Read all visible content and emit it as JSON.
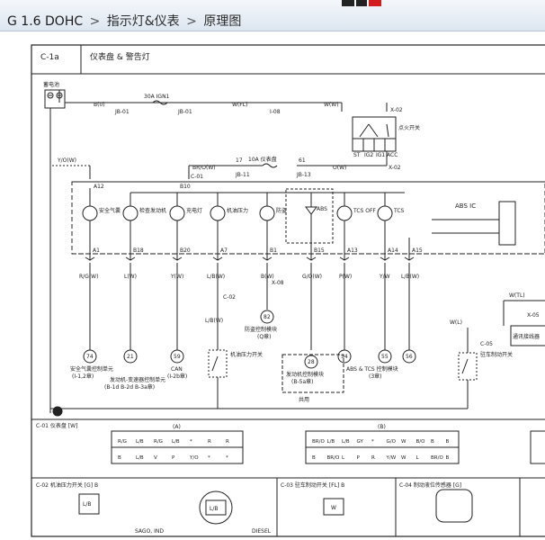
{
  "breadcrumb": {
    "model": "G 1.6 DOHC",
    "sep1": ">",
    "cat": "指示灯&仪表",
    "sep2": ">",
    "page": "原理图"
  },
  "title": {
    "code": "C-1a",
    "name": "仪表盘 & 警告灯"
  },
  "labels": {
    "battery": "蓄电池",
    "fuse_top": "30A IGN1",
    "fuse_mid": "10A 仪表盘",
    "ign_switch": "点火开关",
    "ign_terms": [
      "ST",
      "IG2",
      "IG1",
      "ACC"
    ],
    "w_top": [
      "B(0)",
      "W(FL)",
      "W(W)"
    ],
    "conn_top": [
      "JB-01",
      "JB-01",
      "I-08",
      "X-02"
    ],
    "w_mid": [
      "BR/O(W)",
      "17",
      "61",
      "O(W)"
    ],
    "conn_mid": [
      "JB-11",
      "JB-13",
      "C-01",
      "X-02"
    ],
    "left_wire": "Y/O(W)",
    "pins_top": [
      "A12",
      "B10"
    ],
    "lamps": [
      "安全气囊",
      "检查发动机",
      "充电灯",
      "机油压力",
      "ABS",
      "防盗",
      "TCS OFF",
      "TCS"
    ],
    "pins_bot": [
      "A1",
      "B18",
      "B20",
      "A7",
      "B1",
      "B15",
      "A13",
      "A14",
      "A15"
    ],
    "wires_bot": [
      "R/G(W)",
      "L(W)",
      "Y(W)",
      "L/B(W)",
      "B(W)",
      "G/O(W)",
      "P(W)",
      "Y/W",
      "L/B(W)"
    ],
    "refs": [
      "74",
      "21",
      "59",
      "82",
      "28",
      "54",
      "55",
      "56"
    ],
    "ref_airbag": "安全气囊控制单元",
    "ref_airbag2": "(I-1,2章)",
    "ref_engine": "发动机-变速器控制单元",
    "ref_engine2": "(B-1d B-2d B-3a章)",
    "ref_can": "CAN",
    "ref_can2": "(I-2b章)",
    "ref_immo": "防盗控制模块",
    "ref_immo2": "(Q章)",
    "ref_eng_ecu": "发动机控制模块",
    "ref_eng_ecu2": "(B-5a章)",
    "ref_abs": "ABS & TCS 控制模块",
    "ref_abs2": "(3章)",
    "oil_switch": "机油压力开关",
    "handbrake": "驻车制动开关",
    "abs_ic": "ABS IC",
    "module_r": "通讯接线器",
    "conn_b": "C-05",
    "wire_r": "W(L)",
    "wire_r2": "W(TL)",
    "wire_lbw": "L/B(W)",
    "conn_c02": "C-02",
    "conn_x08": "X-08",
    "conn_x05": "X-05",
    "section_c01": "C-01 仪表盘 [W]",
    "section_c01_a": "(A)",
    "section_c01_b": "(B)",
    "section_c02": "C-02 机油压力开关 [G] B",
    "section_c03": "C-03 驻车制动开关 [FL] B",
    "section_c04": "C-04 制动液位传感器 [G]",
    "sohc": "SAGO, IND",
    "diesel": "DIESEL",
    "conn_a_row1": [
      "R/G",
      "L/B",
      "R/G",
      "L/B",
      "*",
      "R",
      "R"
    ],
    "conn_a_row2": [
      "B",
      "L/B",
      "V",
      "P",
      "Y/O",
      "*",
      "*"
    ],
    "conn_b_row1": [
      "BR/O",
      "L/B",
      "L/B",
      "GY",
      "*",
      "G/O",
      "W",
      "B/O",
      "B",
      "B"
    ],
    "conn_b_row2": [
      "B",
      "BR/O",
      "L",
      "P",
      "R",
      "Y/W",
      "W",
      "L",
      "BR/O",
      "B"
    ],
    "c02_pin": "L/B",
    "c02_pin2": "L/B",
    "c03_pin": "W",
    "shared": "共用"
  }
}
